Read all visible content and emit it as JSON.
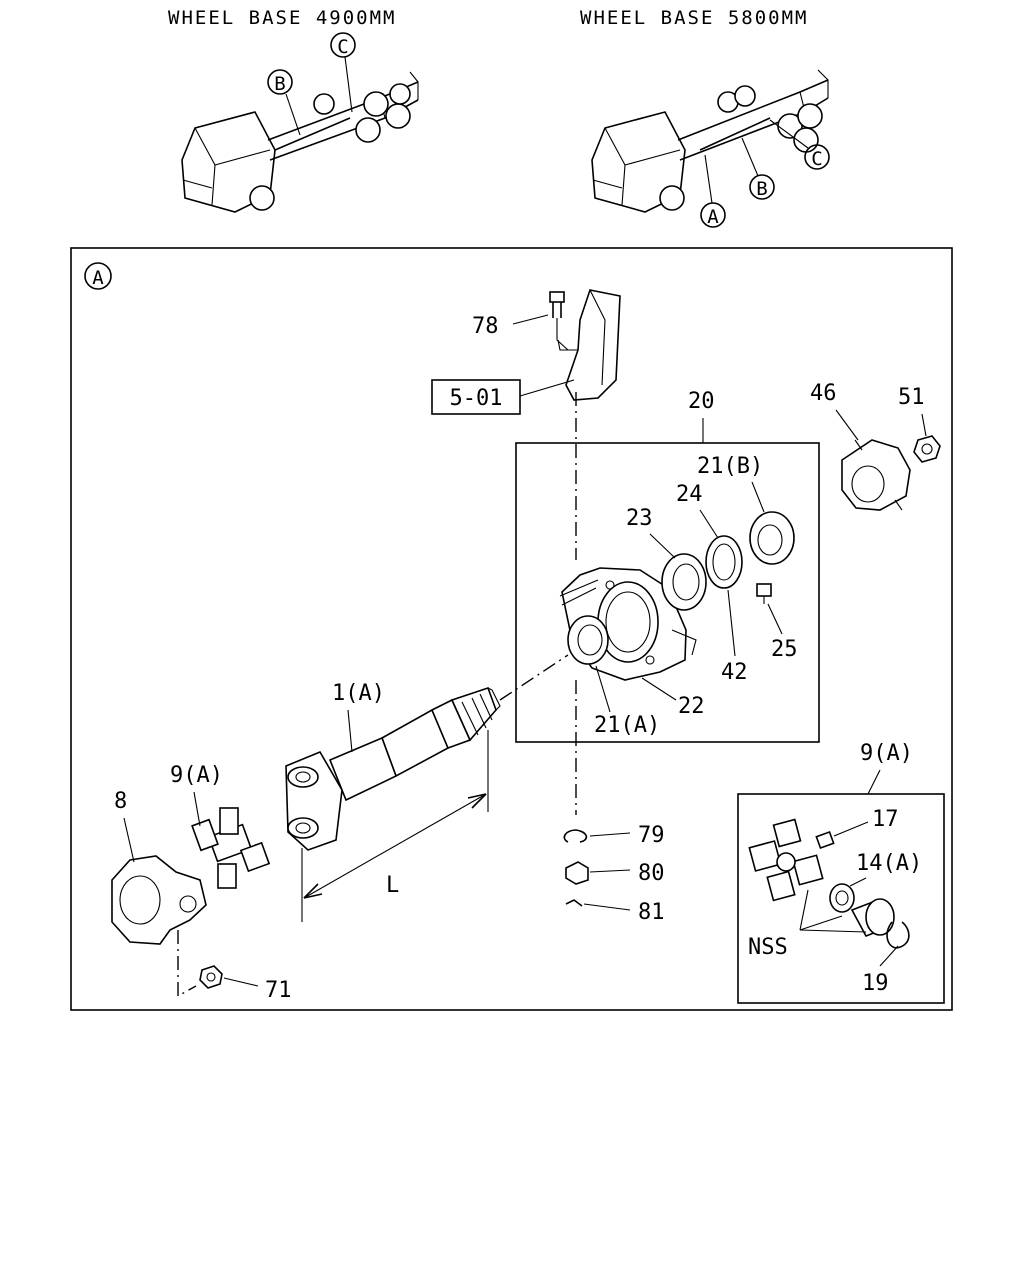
{
  "headers": {
    "left": "WHEEL BASE 4900MM",
    "right": "WHEEL BASE 5800MM"
  },
  "truck_callouts": {
    "left_b": "B",
    "left_c": "C",
    "right_a": "A",
    "right_b": "B",
    "right_c": "C"
  },
  "detail_view": {
    "marker": "A",
    "box_ref": "5-01",
    "dimension": "L"
  },
  "part_labels": {
    "p78": "78",
    "p20": "20",
    "p46": "46",
    "p51": "51",
    "p21b": "21(B)",
    "p24": "24",
    "p23": "23",
    "p25": "25",
    "p42": "42",
    "p22": "22",
    "p21a": "21(A)",
    "p1a": "1(A)",
    "p9a": "9(A)",
    "p8": "8",
    "p79": "79",
    "p80": "80",
    "p81": "81",
    "p71": "71"
  },
  "inset": {
    "title": "9(A)",
    "p17": "17",
    "p14a": "14(A)",
    "nss": "NSS",
    "p19": "19"
  },
  "colors": {
    "line": "#000000",
    "background": "#ffffff"
  }
}
